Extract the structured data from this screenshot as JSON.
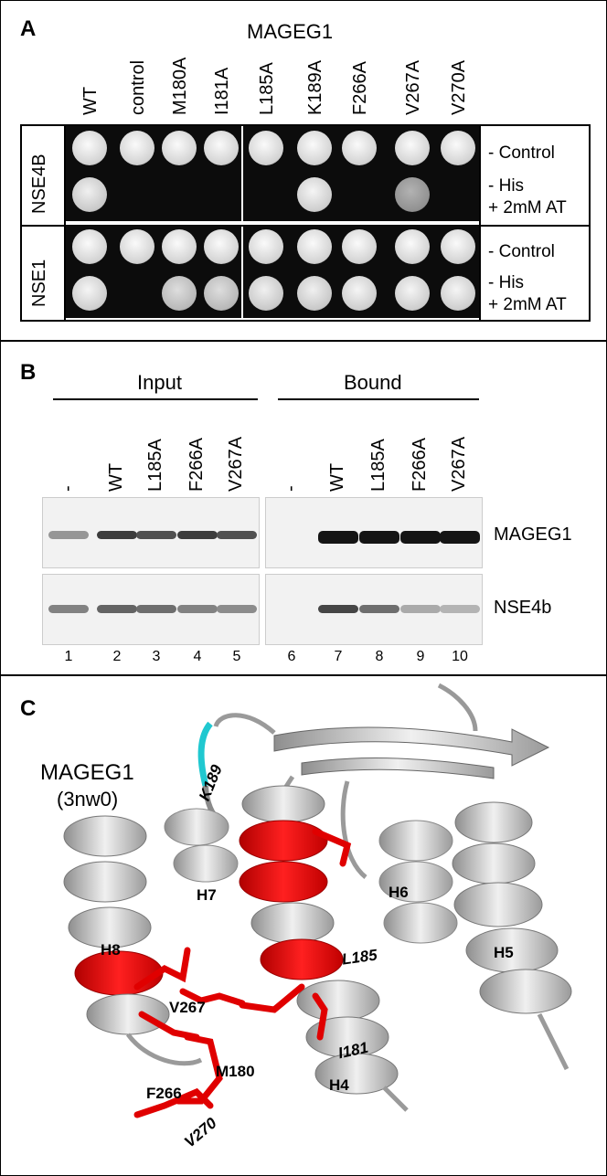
{
  "panel_a": {
    "letter": "A",
    "title": "MAGEG1",
    "columns": [
      "WT",
      "control",
      "M180A",
      "I181A",
      "L185A",
      "K189A",
      "F266A",
      "V267A",
      "V270A"
    ],
    "row_groups": [
      {
        "name": "NSE4B",
        "conditions": [
          "- Control",
          "- His\n+ 2mM AT"
        ],
        "growth": [
          [
            1,
            1,
            1,
            1,
            1,
            1,
            1,
            1,
            1
          ],
          [
            0.9,
            0,
            0,
            0,
            0,
            0.95,
            0,
            0.6,
            0
          ]
        ]
      },
      {
        "name": "NSE1",
        "conditions": [
          "- Control",
          "- His\n+ 2mM AT"
        ],
        "growth": [
          [
            1,
            1,
            1,
            1,
            1,
            1,
            1,
            1,
            1
          ],
          [
            0.95,
            0,
            0.85,
            0.85,
            0.9,
            0.9,
            0.95,
            0.95,
            0.95
          ]
        ]
      }
    ],
    "cond_control": "- Control",
    "cond_his": "- His",
    "cond_at": "+ 2mM AT"
  },
  "panel_b": {
    "letter": "B",
    "input_label": "Input",
    "bound_label": "Bound",
    "lanes": [
      "-",
      "WT",
      "L185A",
      "F266A",
      "V267A"
    ],
    "lane_numbers": [
      "1",
      "2",
      "3",
      "4",
      "5",
      "6",
      "7",
      "8",
      "9",
      "10"
    ],
    "rows": [
      {
        "name": "MAGEG1",
        "input": [
          0.35,
          0.8,
          0.7,
          0.8,
          0.7
        ],
        "bound": [
          0,
          1,
          1,
          1,
          1
        ]
      },
      {
        "name": "NSE4b",
        "input": [
          0.45,
          0.6,
          0.55,
          0.45,
          0.4
        ],
        "bound": [
          0,
          0.75,
          0.55,
          0.25,
          0.2
        ]
      }
    ]
  },
  "panel_c": {
    "letter": "C",
    "title": "MAGEG1",
    "pdb": "(3nw0)",
    "helices": [
      "H4",
      "H5",
      "H6",
      "H7",
      "H8"
    ],
    "residues": [
      "K189",
      "L185",
      "V267",
      "I181",
      "M180",
      "F266",
      "V270"
    ],
    "colors": {
      "helix": "#d8d8d8",
      "helix_dark": "#8a8a8a",
      "highlight": "#e00000",
      "k189": "#20c8d0"
    }
  }
}
